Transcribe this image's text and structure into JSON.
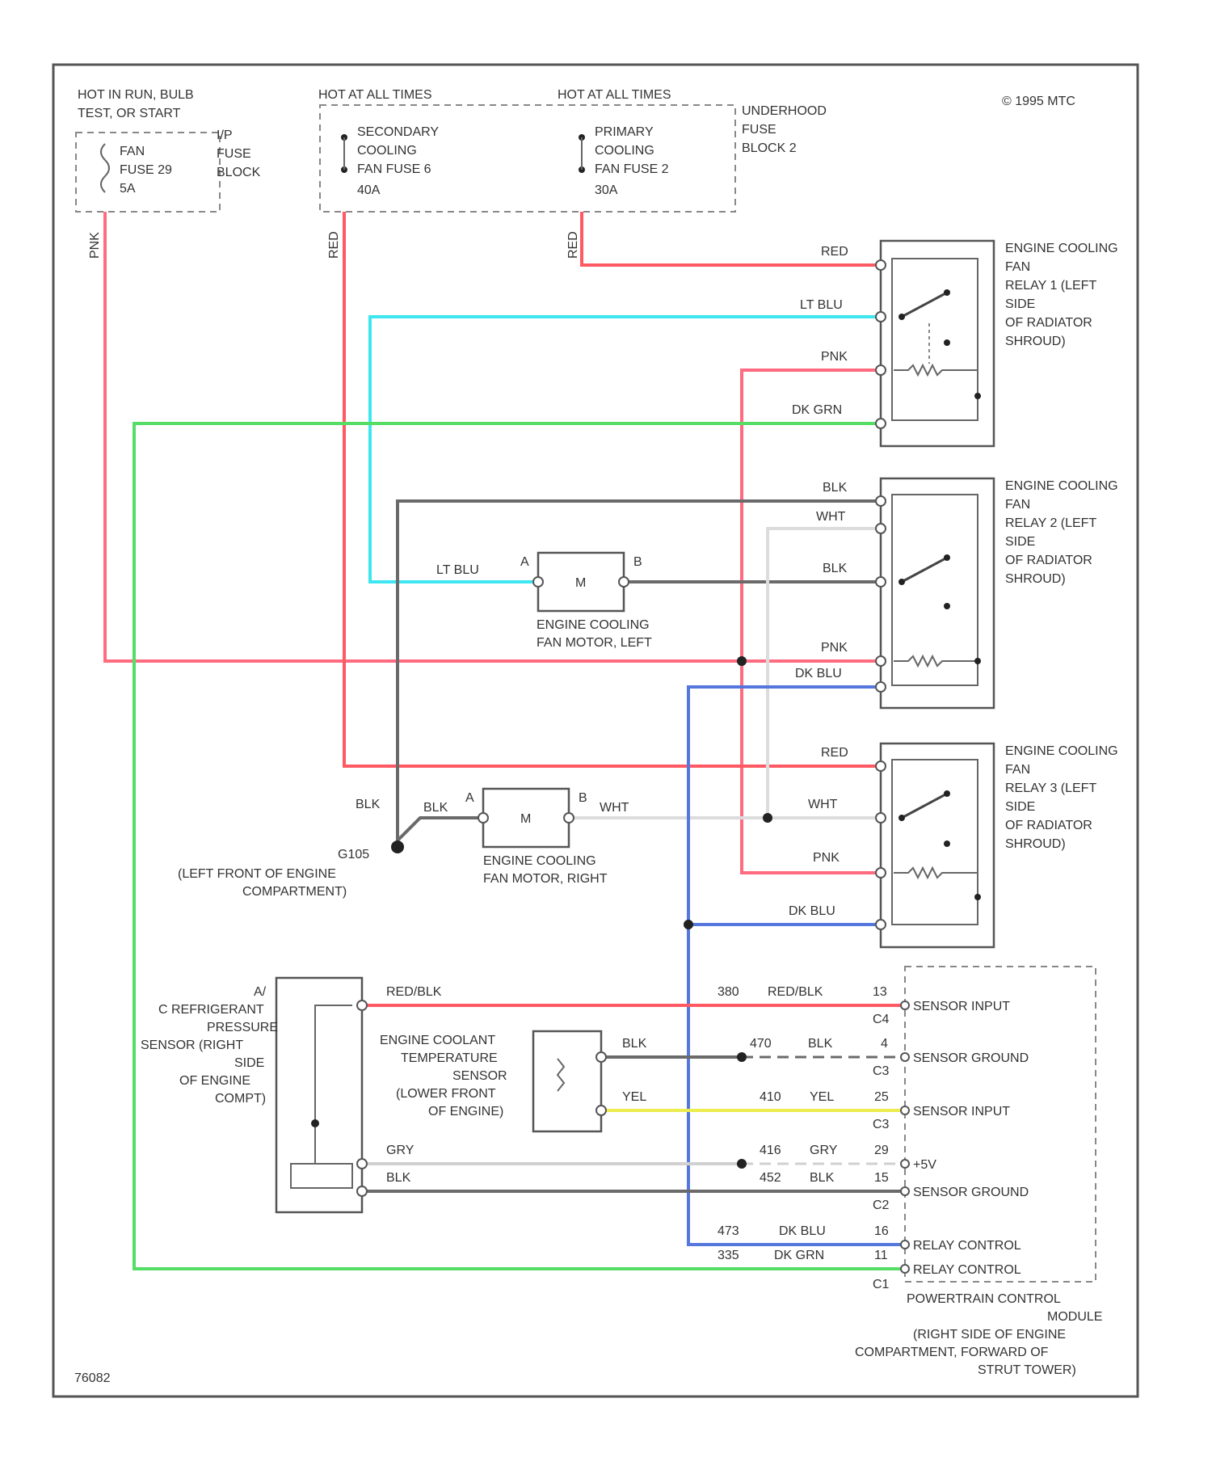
{
  "header": {
    "copyright": "© 1995 MTC",
    "figure_id": "76082"
  },
  "fuse_blocks": {
    "hot_run": [
      "HOT IN RUN, BULB",
      "TEST, OR START"
    ],
    "ip_block": [
      "I/P",
      "FUSE",
      "BLOCK"
    ],
    "fan_fuse_29": [
      "FAN",
      "FUSE 29",
      "5A"
    ],
    "hot_always_1": "HOT AT ALL TIMES",
    "secondary_fuse": [
      "SECONDARY",
      "COOLING",
      "FAN FUSE 6",
      "40A"
    ],
    "hot_always_2": "HOT AT ALL TIMES",
    "primary_fuse": [
      "PRIMARY",
      "COOLING",
      "FAN FUSE 2",
      "30A"
    ],
    "underhood_block": [
      "UNDERHOOD",
      "FUSE",
      "BLOCK 2"
    ]
  },
  "relays": [
    {
      "label": [
        "ENGINE COOLING",
        "FAN",
        "RELAY 1 (LEFT",
        "SIDE",
        "OF RADIATOR",
        "SHROUD)"
      ]
    },
    {
      "label": [
        "ENGINE COOLING",
        "FAN",
        "RELAY 2 (LEFT",
        "SIDE",
        "OF RADIATOR",
        "SHROUD)"
      ]
    },
    {
      "label": [
        "ENGINE COOLING",
        "FAN",
        "RELAY 3 (LEFT",
        "SIDE",
        "OF RADIATOR",
        "SHROUD)"
      ]
    }
  ],
  "motors": {
    "symbol": "M",
    "left": [
      "ENGINE COOLING",
      "FAN MOTOR, LEFT"
    ],
    "right": [
      "ENGINE COOLING",
      "FAN MOTOR, RIGHT"
    ],
    "pin_a": "A",
    "pin_b": "B"
  },
  "ground": {
    "name": "G105",
    "location": [
      "(LEFT FRONT OF ENGINE",
      "COMPARTMENT)"
    ]
  },
  "wire_labels": {
    "pnk": "PNK",
    "red": "RED",
    "lt_blu": "LT BLU",
    "dk_grn": "DK GRN",
    "blk": "BLK",
    "wht": "WHT",
    "dk_blu": "DK BLU",
    "red_blk": "RED/BLK",
    "yel": "YEL",
    "gry": "GRY"
  },
  "ac_sensor": [
    "A/",
    "C REFRIGERANT",
    "PRESSURE",
    "SENSOR (RIGHT",
    "SIDE",
    "OF ENGINE",
    "COMPT)"
  ],
  "ect_sensor": [
    "ENGINE COOLANT",
    "TEMPERATURE",
    "SENSOR",
    "(LOWER FRONT",
    "OF ENGINE)"
  ],
  "pcm": {
    "pins": [
      {
        "circuit": "380",
        "color": "RED/BLK",
        "pin": "13",
        "conn": "C4",
        "name": "SENSOR INPUT"
      },
      {
        "circuit": "470",
        "color": "BLK",
        "pin": "4",
        "conn": "C3",
        "name": "SENSOR GROUND"
      },
      {
        "circuit": "410",
        "color": "YEL",
        "pin": "25",
        "conn": "C3",
        "name": "SENSOR INPUT"
      },
      {
        "circuit": "416",
        "color": "GRY",
        "pin": "29",
        "conn": "",
        "name": "+5V"
      },
      {
        "circuit": "452",
        "color": "BLK",
        "pin": "15",
        "conn": "C2",
        "name": "SENSOR GROUND"
      },
      {
        "circuit": "473",
        "color": "DK BLU",
        "pin": "16",
        "conn": "",
        "name": "RELAY CONTROL"
      },
      {
        "circuit": "335",
        "color": "DK GRN",
        "pin": "11",
        "conn": "C1",
        "name": "RELAY CONTROL"
      }
    ],
    "label": [
      "POWERTRAIN CONTROL",
      "MODULE",
      "(RIGHT SIDE OF ENGINE",
      "COMPARTMENT, FORWARD OF",
      "STRUT TOWER)"
    ]
  },
  "colors": {
    "pink": "#ff6b7f",
    "red": "#ff5a64",
    "lt_blu": "#3ee6f0",
    "dk_grn": "#55dd66",
    "blk": "#6a6a6a",
    "wht": "#dcdcdc",
    "dk_blu": "#5577dd",
    "yel": "#ecec50",
    "gry": "#d0d0d0"
  }
}
